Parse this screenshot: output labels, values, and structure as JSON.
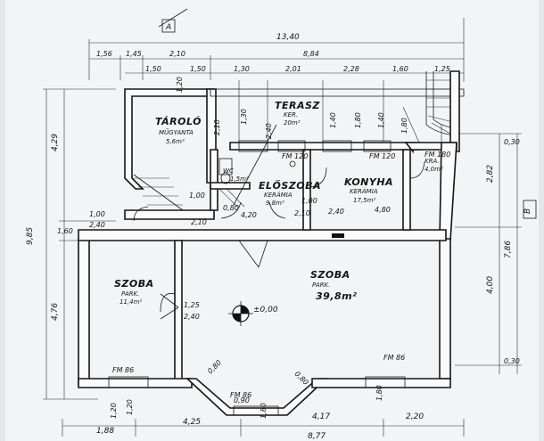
{
  "rooms": {
    "pantry": {
      "name": "TÁROLÓ",
      "floor": "MŰGYANTA",
      "area": "5,6m²"
    },
    "terrace": {
      "name": "TERASZ",
      "floor": "KER.",
      "area": "20m²"
    },
    "hall": {
      "name": "ELŐSZOBA",
      "floor": "KERÁMIA",
      "area": "9,8m²"
    },
    "wc": {
      "name": "WC",
      "area": "1,5m²"
    },
    "kitchen": {
      "name": "KONYHA",
      "floor": "KERÁMIA",
      "area": "17,5m²"
    },
    "small_room": {
      "name": "KRA.",
      "area": "4,0m²"
    },
    "room_left": {
      "name": "SZOBA",
      "floor": "PARK.",
      "area": "11,4m²"
    },
    "room_main": {
      "name": "SZOBA",
      "floor": "PARK.",
      "area": "39,8m²"
    }
  },
  "dimensions": {
    "top_overall": "13,40",
    "top_row": [
      "1,56",
      "1,45",
      "2,10",
      "8,84"
    ],
    "second_row": [
      "1,50",
      "1,50",
      "1,30",
      "2,01",
      "2,28",
      "1,60",
      "1,25"
    ],
    "left_outer": [
      "9,85",
      "4,29",
      "1,60",
      "4,76"
    ],
    "right_side": [
      "2,82",
      "7,86",
      "4,00",
      "0,30",
      "0,30"
    ],
    "bottom_row": [
      "1,88",
      "4,25",
      "4,17",
      "2,20"
    ],
    "bottom_overall": "8,77",
    "interior": {
      "hall_width": "4,20",
      "hall_depth": "2,40",
      "kitchen_width": "4,80",
      "door_a": "1,00",
      "door_b": "2,40",
      "door_c": "1,00",
      "door_d": "2,10",
      "door_e": "1,00",
      "door_f": "0,80",
      "door_g": "2,10",
      "room_left_w1": "1,25",
      "room_left_w2": "2,40",
      "wall_h1": "1,20",
      "wall_h2": "1,80",
      "wall_h3": "1,80",
      "window_a": "0,80",
      "window_b": "0,90",
      "window_c": "0,80",
      "level": "±0,00",
      "win_1": "FM 86",
      "win_2": "FM 86",
      "win_3": "FM 86",
      "win_4": "FM 120",
      "win_5": "FM 120",
      "win_6": "FM 180",
      "kitchen_h1": "1,40",
      "kitchen_h2": "1,40",
      "top_h1": "1,20",
      "top_h2": "1,30",
      "top_h3": "1,80",
      "top_h4": "1,80",
      "left_h1": "1,20",
      "left_h2": "2,10",
      "hall_h": "2,40"
    },
    "section_mark": "A",
    "side_mark": "B"
  }
}
